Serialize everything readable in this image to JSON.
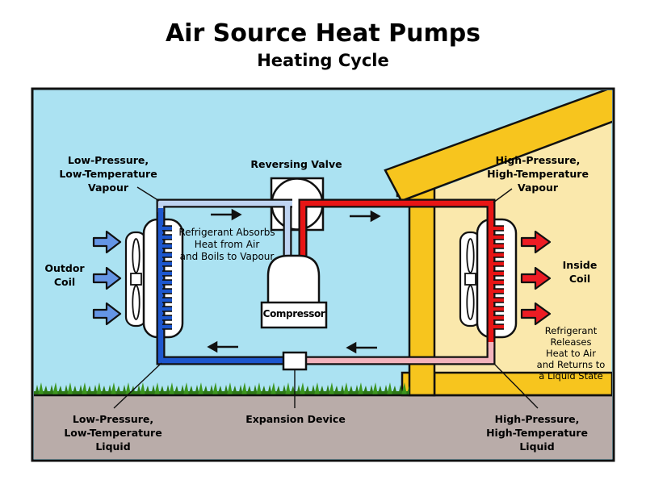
{
  "title": "Air Source Heat Pumps",
  "subtitle": "Heating Cycle",
  "diagram": {
    "labels": {
      "lp_vapour": "Low-Pressure,\nLow-Temperature\nVapour",
      "hp_vapour": "High-Pressure,\nHigh-Temperature\nVapour",
      "lp_liquid": "Low-Pressure,\nLow-Temperature\nLiquid",
      "hp_liquid": "High-Pressure,\nHigh-Temperature\nLiquid",
      "reversing_valve": "Reversing Valve",
      "compressor": "Compressor",
      "expansion_device": "Expansion Device",
      "outdoor_coil": "Outdor\nCoil",
      "inside_coil": "Inside\nCoil",
      "absorbs_note": "Refrigerant Absorbs\nHeat from Air\nand Boils to Vapour",
      "releases_note": "Refrigerant Releases\nHeat to Air\nand Returns to\na Liquid State"
    },
    "colors": {
      "sky": "#ABE2F2",
      "ground": "#B9ACA9",
      "roof_gold": "#F7C51E",
      "house_interior": "#FAE8AC",
      "pipe_dark_blue": "#1D57CE",
      "pipe_light_blue": "#BFD4F2",
      "pipe_red": "#E81515",
      "pipe_pink": "#F3B3BC",
      "air_arrow_blue": "#6495E6",
      "air_arrow_red": "#ED1C24",
      "grass_green": "#2E7A16",
      "outline": "#111111"
    }
  }
}
